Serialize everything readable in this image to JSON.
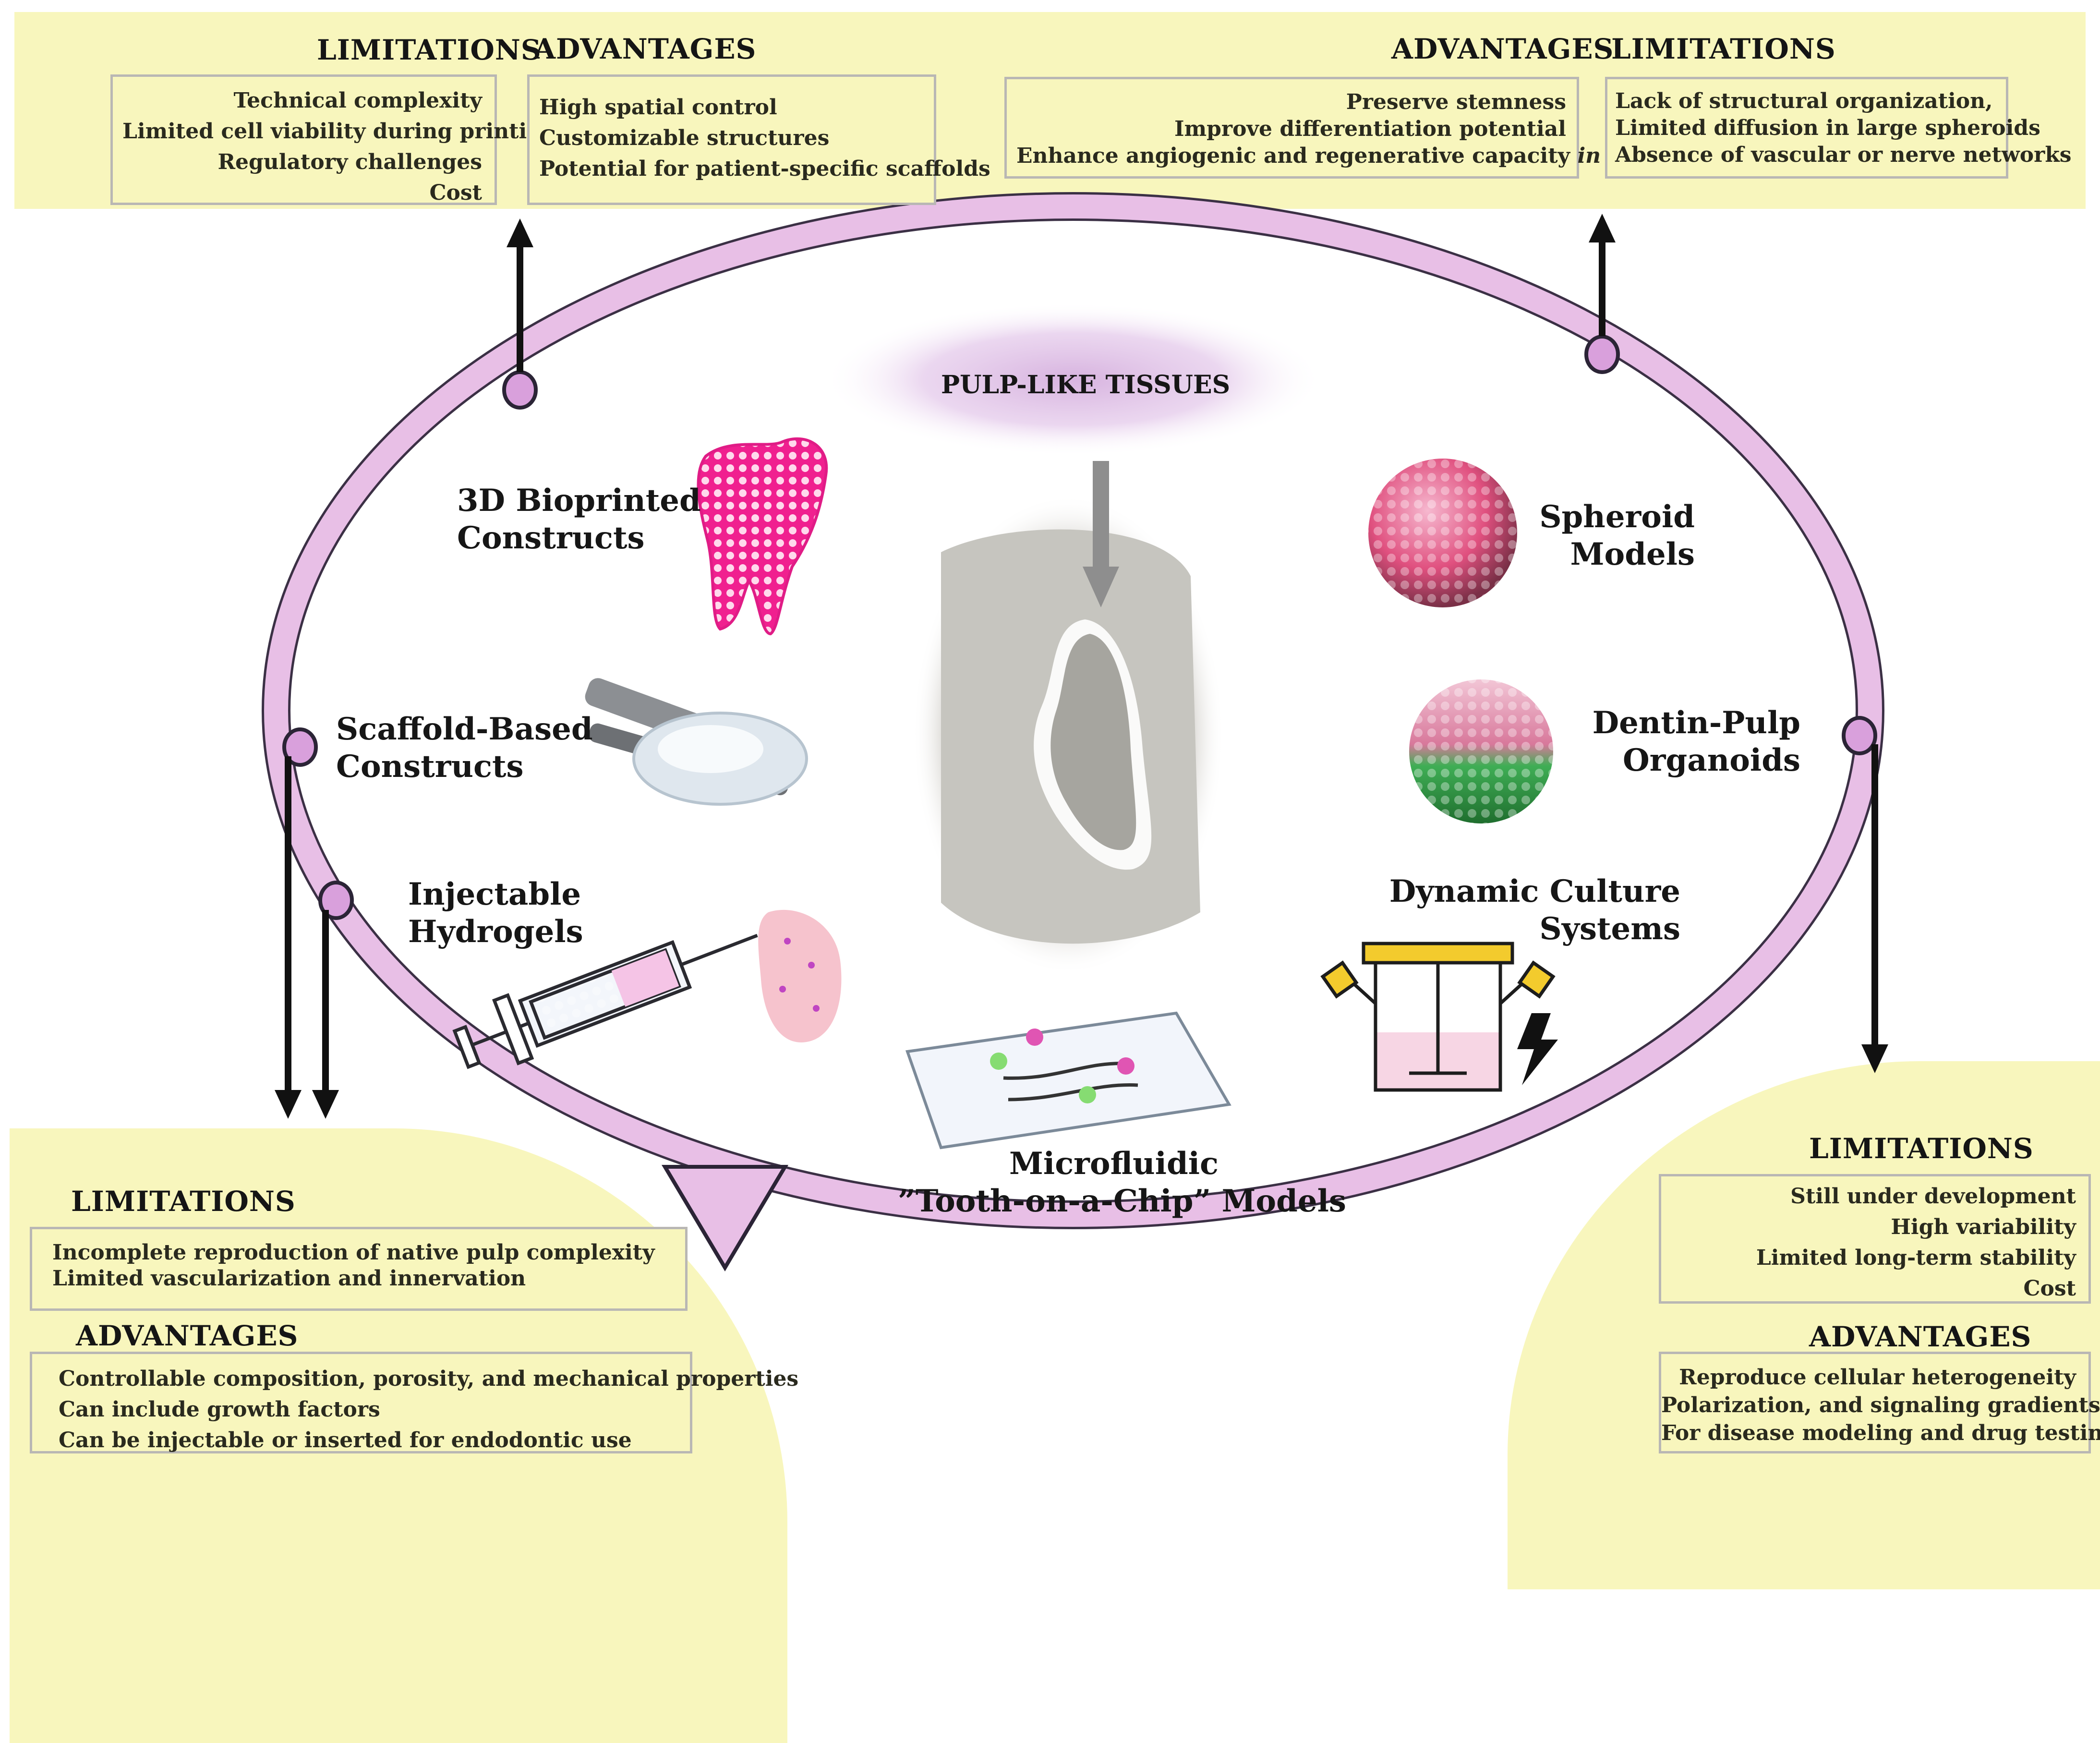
{
  "center_label": "PULP-LIKE TISSUES",
  "models": {
    "bioprinted": {
      "line1": "3D Bioprinted",
      "line2": "Constructs"
    },
    "scaffold": {
      "line1": "Scaffold-Based",
      "line2": "Constructs"
    },
    "hydrogels": {
      "line1": "Injectable",
      "line2": "Hydrogels"
    },
    "microfluidic": {
      "line1": "Microfluidic",
      "line2": "”Tooth-on-a-Chip” Models"
    },
    "dynamic": {
      "line1": "Dynamic Culture",
      "line2": "Systems"
    },
    "organoids": {
      "line1": "Dentin-Pulp",
      "line2": "Organoids"
    },
    "spheroid": {
      "line1": "Spheroid",
      "line2": "Models"
    }
  },
  "panels": {
    "top_left": {
      "limitations_title": "LIMITATIONS",
      "advantages_title": "ADVANTAGES",
      "limitations": [
        "Technical complexity",
        "Limited cell viability during printing",
        "Regulatory challenges",
        "Cost"
      ],
      "advantages": [
        "High spatial control",
        "Customizable structures",
        "Potential for patient-specific scaffolds"
      ]
    },
    "top_right": {
      "advantages_title": "ADVANTAGES",
      "limitations_title": "LIMITATIONS",
      "advantages": [
        "Preserve stemness",
        "Improve differentiation potential",
        "Enhance angiogenic and regenerative capacity"
      ],
      "advantages_last_italic": "in vivo",
      "limitations": [
        "Lack of structural organization,",
        "Limited diffusion in large spheroids",
        "Absence of vascular or nerve networks"
      ]
    },
    "bottom_left": {
      "limitations_title": "LIMITATIONS",
      "advantages_title": "ADVANTAGES",
      "limitations": [
        "Incomplete reproduction of native pulp complexity",
        "Limited vascularization and innervation"
      ],
      "advantages": [
        "Controllable composition, porosity, and mechanical properties",
        "Can include growth factors",
        "Can be injectable or inserted for endodontic use"
      ]
    },
    "bottom_right": {
      "limitations_title": "LIMITATIONS",
      "advantages_title": "ADVANTAGES",
      "limitations": [
        "Still under development",
        "High variability",
        "Limited long-term stability",
        "Cost"
      ],
      "advantages": [
        "Reproduce cellular heterogeneity",
        "Polarization, and signaling gradients",
        "For disease modeling and drug testing"
      ]
    }
  },
  "colors": {
    "panel_fill": "#f8f6bd",
    "ring": "#e8bfe6",
    "ring_edge": "#3b3045",
    "node": "#d9a0dc",
    "tooth_pink": "#f0208f",
    "glow": "#e2c6e8"
  }
}
